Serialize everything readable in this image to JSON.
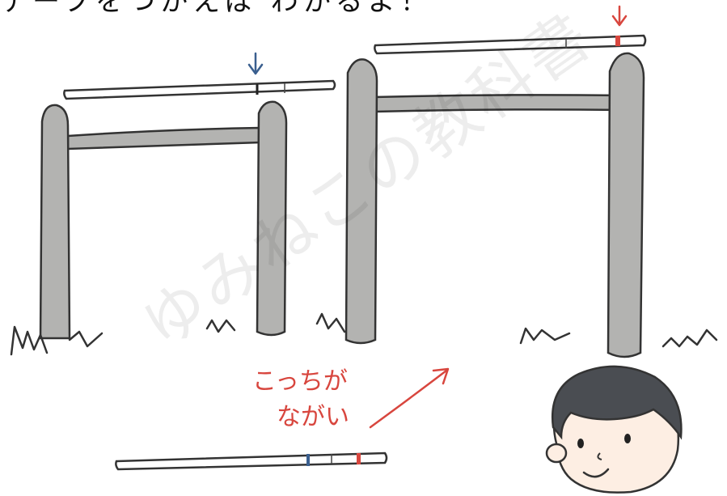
{
  "caption": "テープをつかえば わかるよ！",
  "note": {
    "line1": "こっちが",
    "line2": "ながい"
  },
  "watermark": "ゆみねこの教科書",
  "colors": {
    "pole_fill": "#b3b3b1",
    "outline": "#333333",
    "marker_blue": "#3a5f8f",
    "marker_red": "#d8463e",
    "skin": "#fdeee3",
    "hair": "#4a4d52"
  },
  "icons": {
    "marker_arrow_left": "arrow-down-blue",
    "marker_arrow_right": "arrow-down-red",
    "comparison_arrow": "arrow-up-right-red"
  }
}
